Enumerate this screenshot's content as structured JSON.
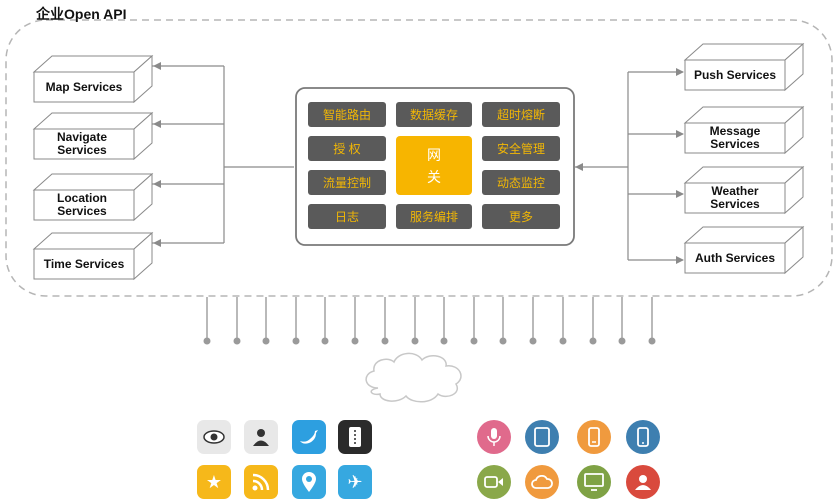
{
  "title": "企业Open API",
  "left_services": [
    "Map Services",
    "Navigate Services",
    "Location Services",
    "Time Services"
  ],
  "right_services": [
    "Push Services",
    "Message Services",
    "Weather Services",
    "Auth Services"
  ],
  "gateway": {
    "core_chars": [
      "网",
      "关"
    ],
    "cells": [
      "智能路由",
      "数据缓存",
      "超时熔断",
      "授 权",
      "安全管理",
      "流量控制",
      "动态监控",
      "日志",
      "服务编排",
      "更多"
    ]
  },
  "apps_left": [
    {
      "icon": "eye-icon",
      "color": "#e8e8e8"
    },
    {
      "icon": "person-icon",
      "color": "#e8e8e8"
    },
    {
      "icon": "twitter-bird-icon",
      "color": "#2d9fe0"
    },
    {
      "icon": "ticket-icon",
      "color": "#2b2b2b"
    },
    {
      "icon": "star-icon",
      "color": "#f6b81a"
    },
    {
      "icon": "rss-icon",
      "color": "#f6b81a"
    },
    {
      "icon": "map-pin-icon",
      "color": "#36a8e0"
    },
    {
      "icon": "airplane-icon",
      "color": "#36a8e0"
    }
  ],
  "apps_right": [
    {
      "icon": "microphone-icon",
      "color": "#e06a8c"
    },
    {
      "icon": "tablet-icon",
      "color": "#3e7fb0"
    },
    {
      "icon": "phone-icon",
      "color": "#f09a3e"
    },
    {
      "icon": "mobile-icon",
      "color": "#3e7fb0"
    },
    {
      "icon": "video-camera-icon",
      "color": "#8aa84a"
    },
    {
      "icon": "cloud-icon",
      "color": "#f09a3e"
    },
    {
      "icon": "monitor-icon",
      "color": "#7fa245"
    },
    {
      "icon": "user-icon",
      "color": "#d94a3d"
    }
  ]
}
